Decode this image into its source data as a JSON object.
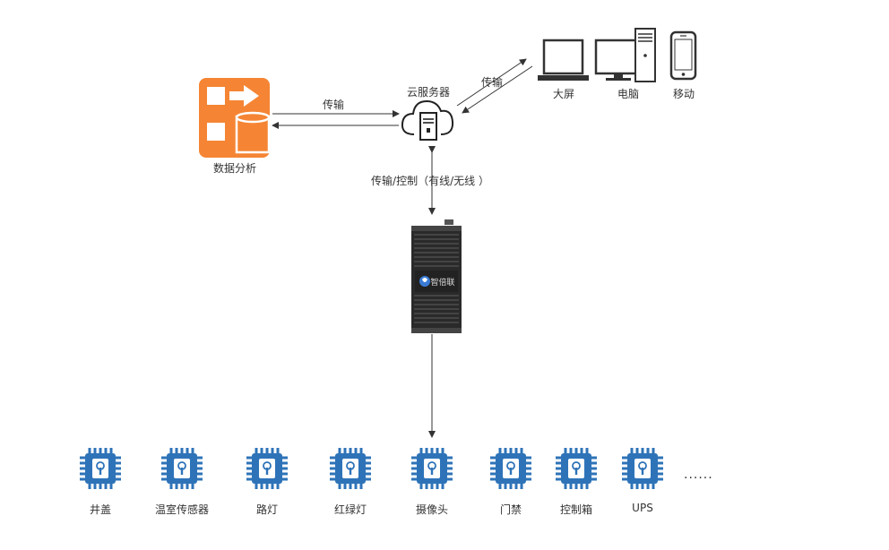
{
  "labels": {
    "cloud_server": "云服务器",
    "data_analysis": "数据分析",
    "transfer_left": "传输",
    "transfer_right": "传输",
    "transfer_control": "传输/控制（有线/无线 ）",
    "gateway_brand": "智倍联",
    "big_screen": "大屏",
    "computer": "电脑",
    "mobile": "移动",
    "ellipsis": "......"
  },
  "devices": [
    "井盖",
    "温室传感器",
    "路灯",
    "红绿灯",
    "摄像头",
    "门禁",
    "控制箱",
    "UPS"
  ],
  "icons": {
    "analytics": "analytics-icon",
    "cloud": "cloud-server-icon",
    "gateway": "gateway-box-icon",
    "laptop": "laptop-icon",
    "desktop": "desktop-computer-icon",
    "phone": "mobile-phone-icon",
    "chip": "iot-chip-icon"
  },
  "colors": {
    "analytics_orange": "#f58534",
    "analytics_light": "#ffffff",
    "chip_blue": "#2e73b8",
    "gateway_dark": "#2a2a2a",
    "arrow": "#333333"
  }
}
